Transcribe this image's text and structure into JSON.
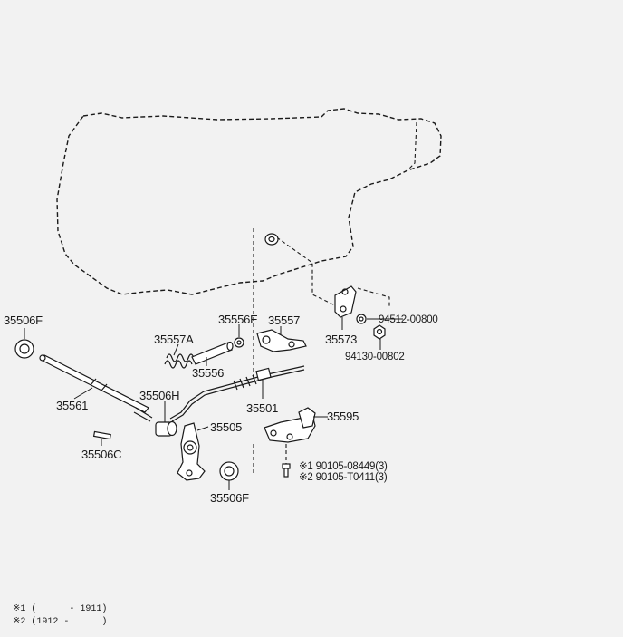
{
  "parts": {
    "p35506F_a": "35506F",
    "p35561": "35561",
    "p35506C": "35506C",
    "p35506H": "35506H",
    "p35557A": "35557A",
    "p35556": "35556",
    "p35556E": "35556E",
    "p35557": "35557",
    "p35573": "35573",
    "p94512": "94512-00800",
    "p94130": "94130-00802",
    "p35501": "35501",
    "p35505": "35505",
    "p35595": "35595",
    "p90105a": "※1 90105-08449(3)",
    "p90105b": "※2 90105-T0411(3)",
    "p35506F_b": "35506F"
  },
  "notes": {
    "n1": "※1 (      - 1911)",
    "n2": "※2 (1912 -      )"
  }
}
